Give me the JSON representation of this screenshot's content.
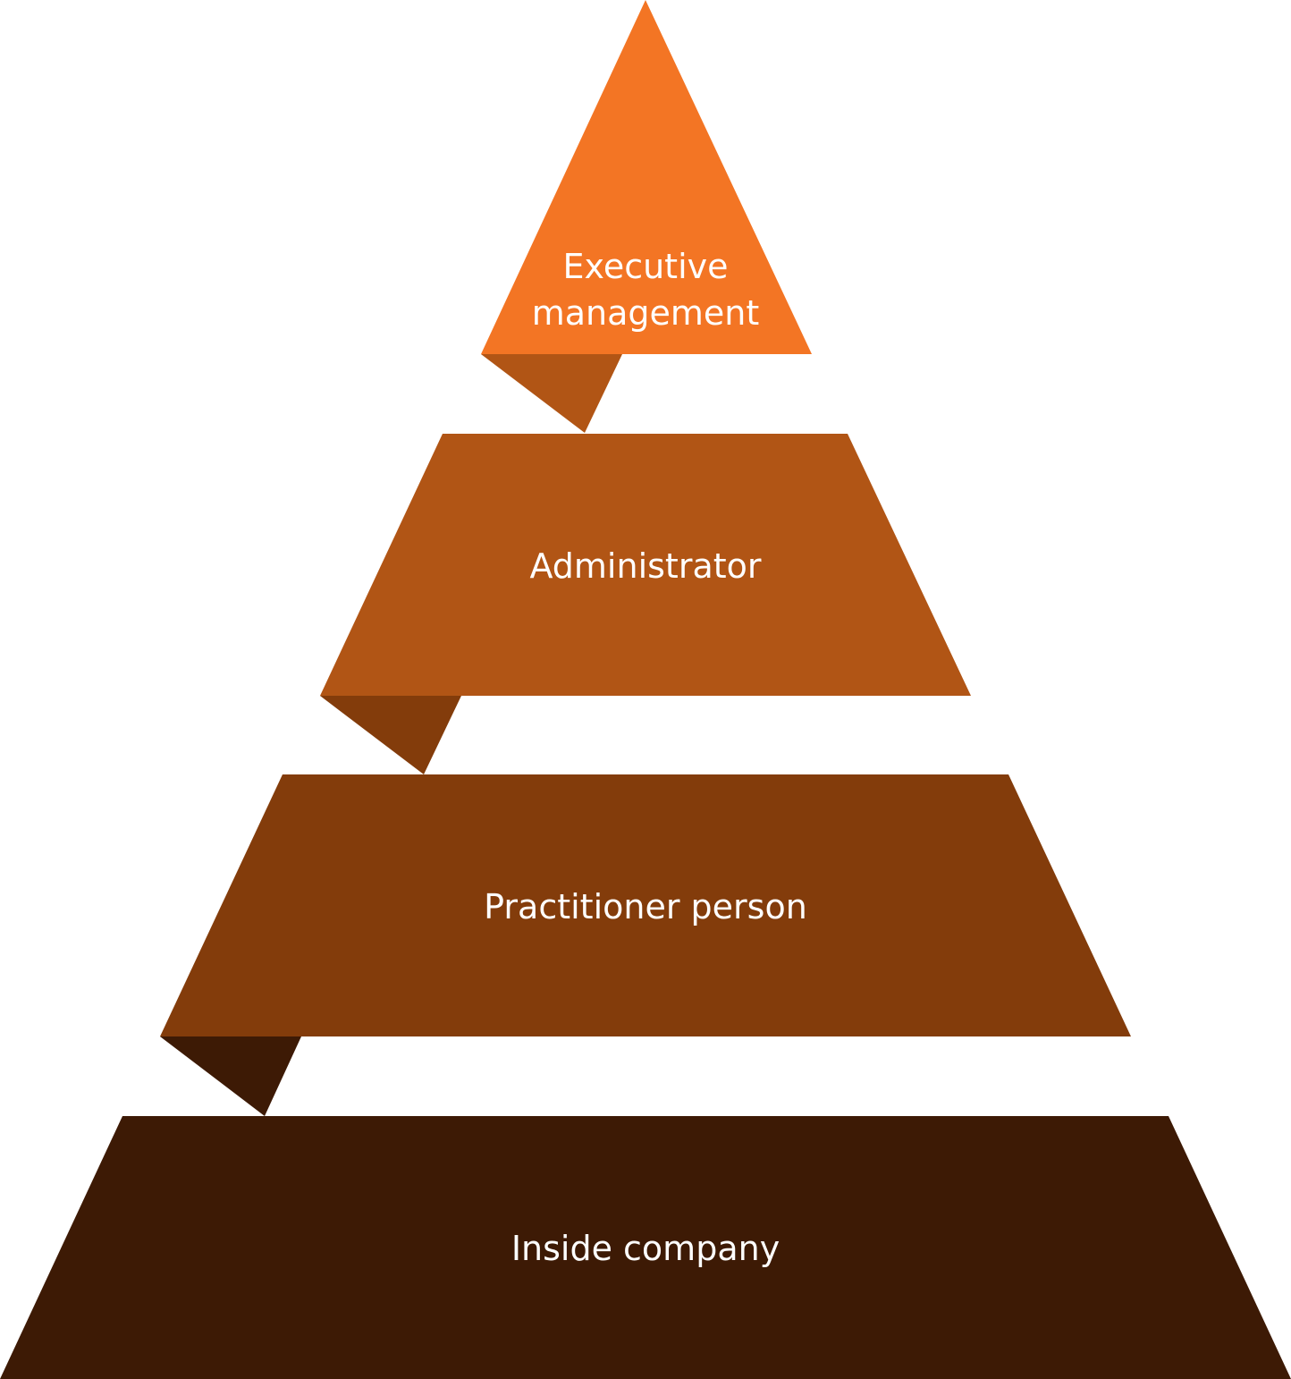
{
  "pyramid": {
    "tiers": [
      {
        "label_lines": [
          "Executive",
          "management"
        ],
        "color": "#F37524"
      },
      {
        "label_lines": [
          "Administrator"
        ],
        "color": "#B15515"
      },
      {
        "label_lines": [
          "Practitioner person"
        ],
        "color": "#833C0B"
      },
      {
        "label_lines": [
          "Inside company"
        ],
        "color": "#3D1A05"
      }
    ],
    "fold_colors": [
      "#B15515",
      "#833C0B",
      "#3D1A05"
    ]
  }
}
